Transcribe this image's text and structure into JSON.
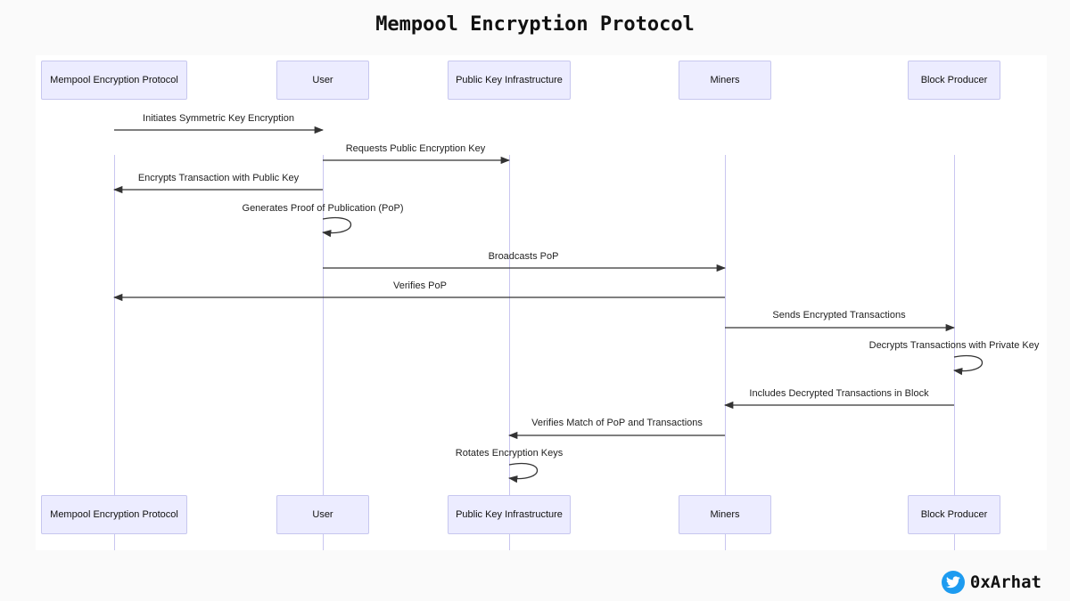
{
  "diagram": {
    "title": "Mempool Encryption Protocol",
    "participants": [
      {
        "id": "mep",
        "label": "Mempool Encryption Protocol"
      },
      {
        "id": "user",
        "label": "User"
      },
      {
        "id": "pki",
        "label": "Public Key Infrastructure"
      },
      {
        "id": "miners",
        "label": "Miners"
      },
      {
        "id": "bp",
        "label": "Block Producer"
      }
    ],
    "messages": [
      {
        "from": "mep",
        "to": "user",
        "label": "Initiates Symmetric Key Encryption"
      },
      {
        "from": "user",
        "to": "pki",
        "label": "Requests Public Encryption Key"
      },
      {
        "from": "user",
        "to": "mep",
        "label": "Encrypts Transaction with Public Key"
      },
      {
        "from": "user",
        "to": "user",
        "label": "Generates Proof of Publication (PoP)"
      },
      {
        "from": "user",
        "to": "miners",
        "label": "Broadcasts PoP"
      },
      {
        "from": "miners",
        "to": "mep",
        "label": "Verifies PoP"
      },
      {
        "from": "miners",
        "to": "bp",
        "label": "Sends Encrypted Transactions"
      },
      {
        "from": "bp",
        "to": "bp",
        "label": "Decrypts Transactions with Private Key"
      },
      {
        "from": "bp",
        "to": "miners",
        "label": "Includes Decrypted Transactions in Block"
      },
      {
        "from": "miners",
        "to": "pki",
        "label": "Verifies Match of PoP and Transactions"
      },
      {
        "from": "pki",
        "to": "pki",
        "label": "Rotates Encryption Keys"
      }
    ]
  },
  "footer": {
    "handle": "0xArhat",
    "icon": "twitter-bird-icon",
    "icon_color": "#1d9bf0"
  }
}
